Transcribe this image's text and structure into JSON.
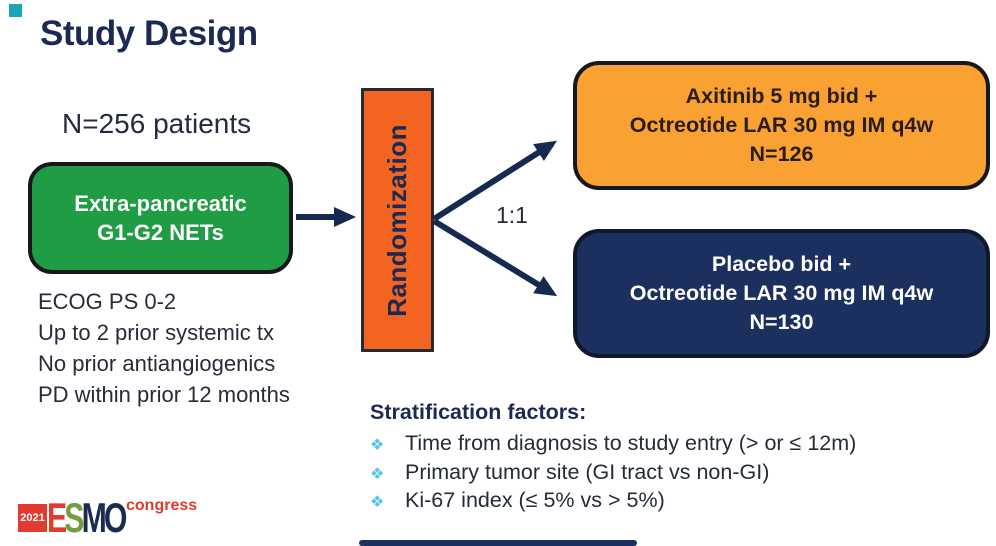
{
  "slide": {
    "title": "Study Design",
    "patients_count": "N=256 patients",
    "population_box": {
      "line1": "Extra-pancreatic",
      "line2": "G1-G2 NETs"
    },
    "eligibility": [
      "ECOG PS 0-2",
      "Up to 2 prior systemic tx",
      "No prior antiangiogenics",
      "PD within prior 12 months"
    ],
    "randomization_label": "Randomization",
    "ratio_label": "1:1",
    "arm_axitinib": {
      "line1": "Axitinib 5 mg bid +",
      "line2": "Octreotide LAR 30 mg IM q4w",
      "line3": "N=126"
    },
    "arm_placebo": {
      "line1": "Placebo bid +",
      "line2": "Octreotide LAR 30 mg IM q4w",
      "line3": "N=130"
    },
    "stratification": {
      "heading": "Stratification factors:",
      "bullet_glyph": "❖",
      "items": [
        "Time from diagnosis to study entry (> or ≤ 12m)",
        "Primary tumor site (GI tract vs non-GI)",
        "Ki-67 index (≤ 5% vs > 5%)"
      ]
    },
    "footer_logo": {
      "year": "2021",
      "letters": [
        {
          "char": "E"
        },
        {
          "char": "S"
        },
        {
          "char": "M"
        },
        {
          "char": "O"
        }
      ],
      "congress": "congress"
    }
  },
  "colors": {
    "title_text": "#1b2a52",
    "body_text": "#262c38",
    "population_box_fill": "#1f9c44",
    "randomization_fill": "#f2641f",
    "arm_axitinib_fill": "#f9a233",
    "arm_placebo_fill": "#1c3060",
    "arrow": "#16294f",
    "bullet": "#57c4e6",
    "logo_red": "#e23a2e",
    "logo_green": "#74a03c",
    "logo_navy": "#1b2a52",
    "accent_square": "#18a6b6"
  }
}
